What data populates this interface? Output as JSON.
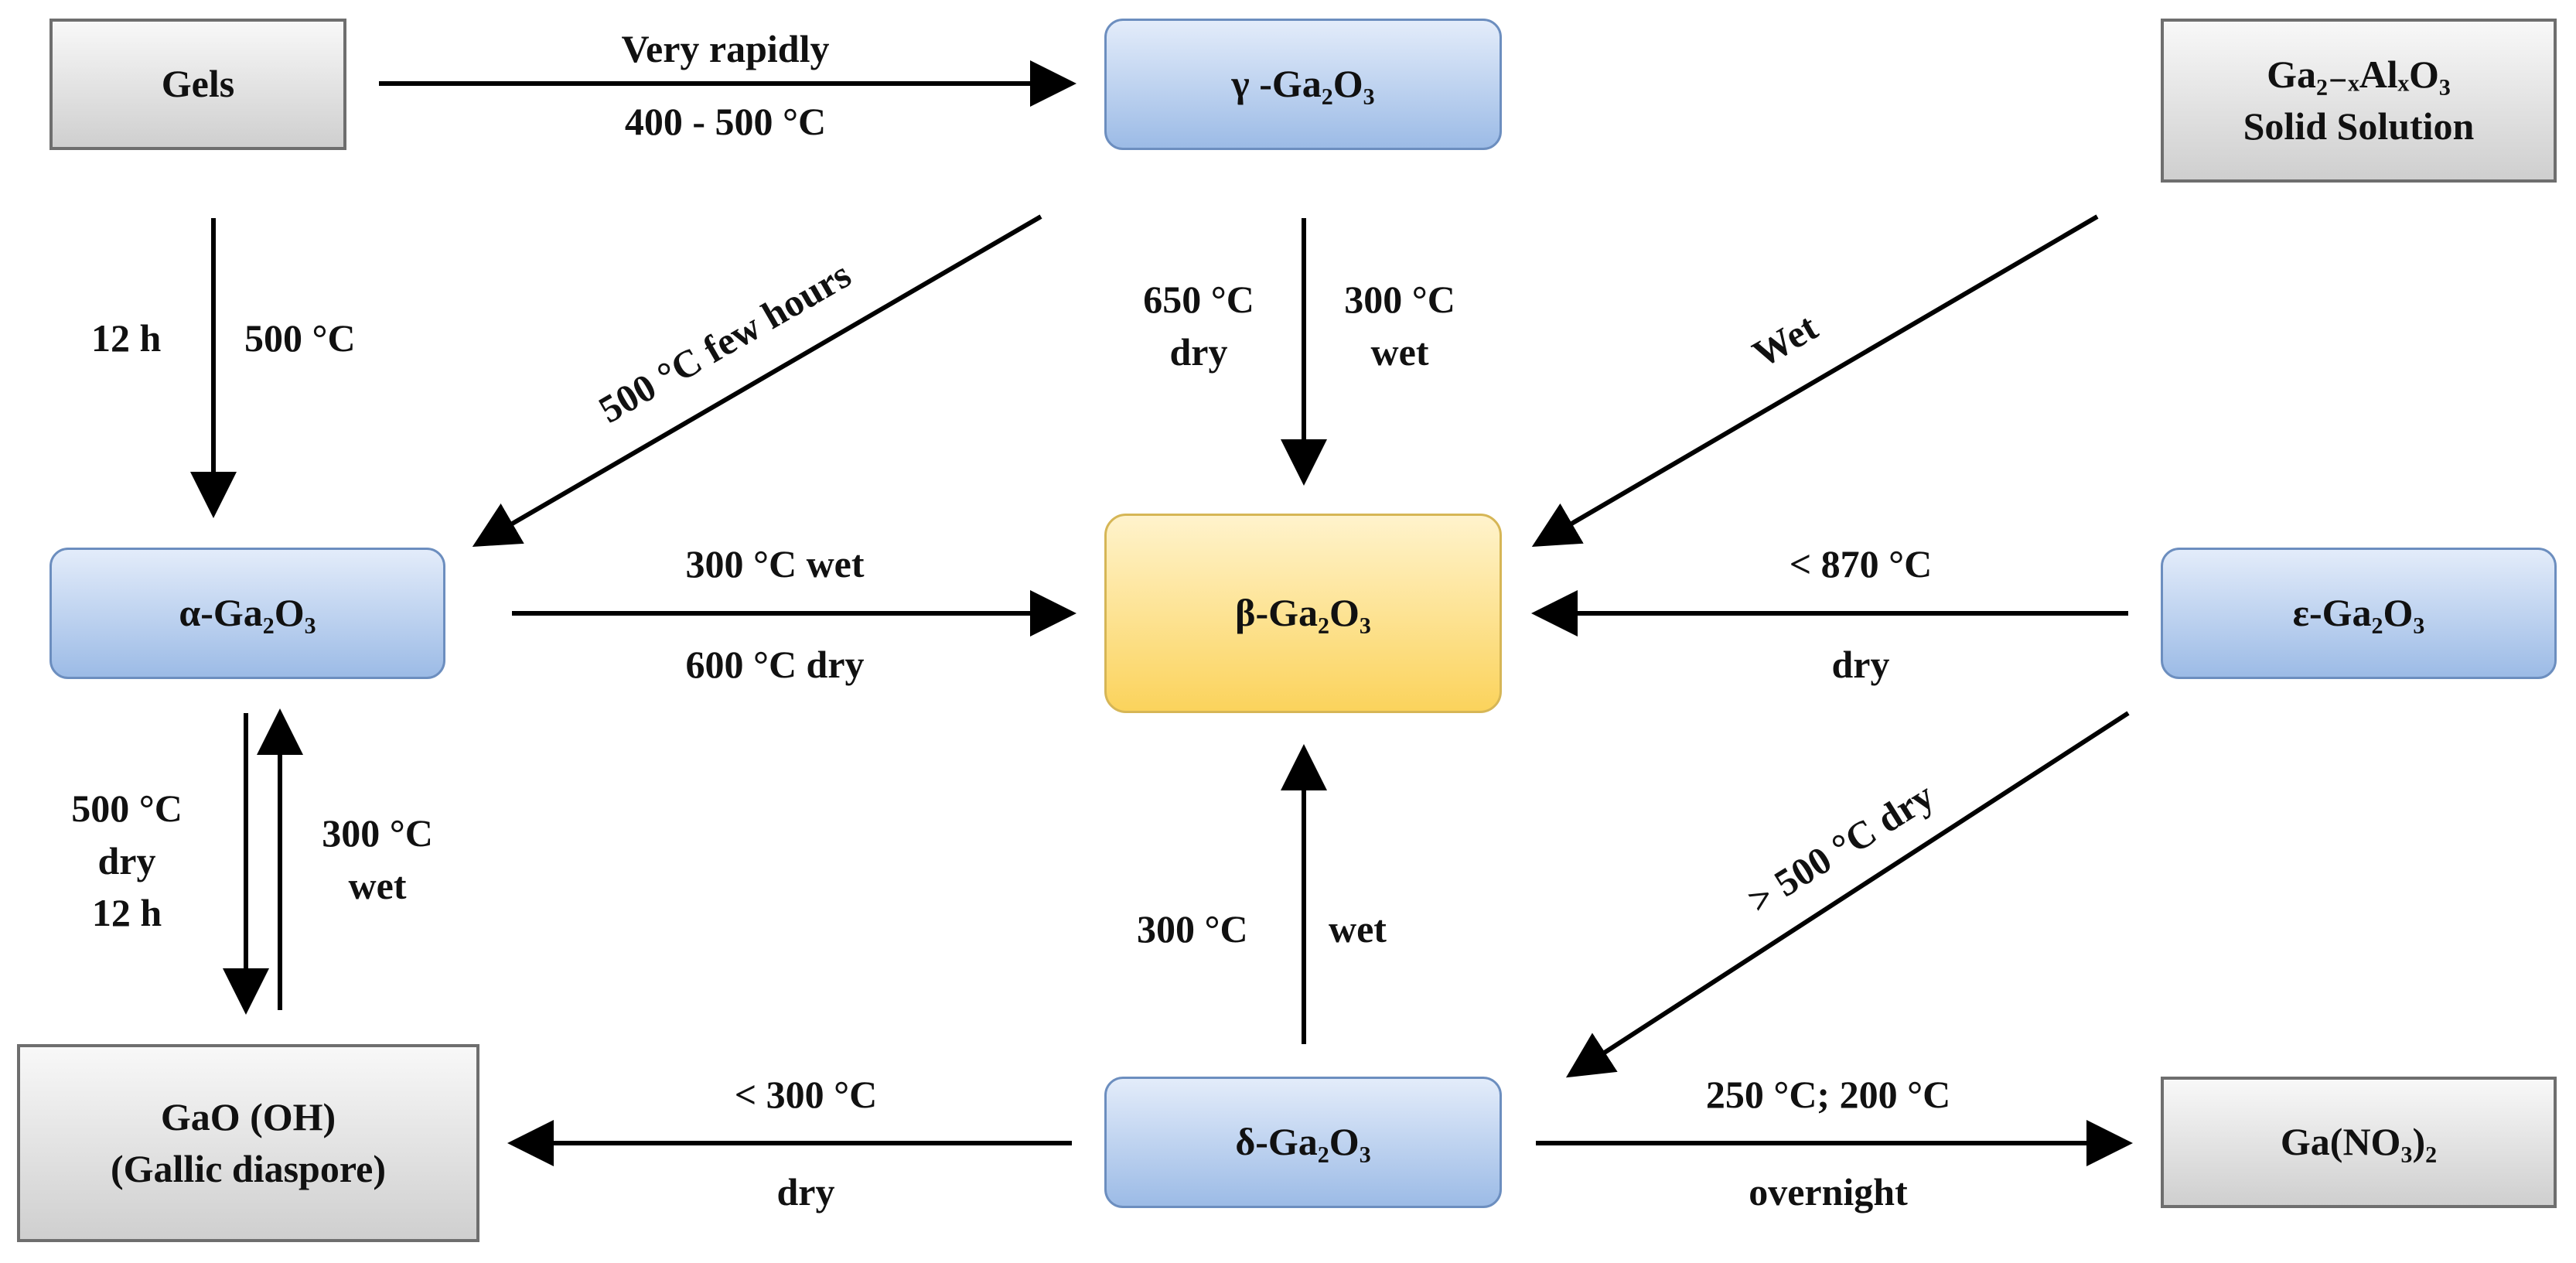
{
  "nodes": {
    "gels": {
      "label": "Gels"
    },
    "gamma": {
      "label": "γ -Ga₂O₃"
    },
    "solid_solution": {
      "line1": "Ga₂₋ₓAlₓO₃",
      "line2": "Solid Solution"
    },
    "alpha": {
      "label": "α-Ga₂O₃"
    },
    "beta": {
      "label": "β-Ga₂O₃"
    },
    "epsilon": {
      "label": "ε-Ga₂O₃"
    },
    "gao_oh": {
      "line1": "GaO (OH)",
      "line2": "(Gallic diaspore)"
    },
    "delta": {
      "label": "δ-Ga₂O₃"
    },
    "ga_no3": {
      "label": "Ga(NO₃)₂"
    }
  },
  "edges": {
    "gels_gamma": {
      "top": "Very rapidly",
      "bottom": "400 - 500 °C"
    },
    "gels_alpha": {
      "left": "12 h",
      "right": "500 °C"
    },
    "gamma_alpha": {
      "label": "500 °C few hours"
    },
    "gamma_beta": {
      "left_1": "650 °C",
      "left_2": "dry",
      "right_1": "300 °C",
      "right_2": "wet"
    },
    "solid_beta": {
      "label": "Wet"
    },
    "alpha_beta": {
      "top": "300 °C wet",
      "bottom": "600 °C dry"
    },
    "epsilon_beta": {
      "top": "< 870 °C",
      "bottom": "dry"
    },
    "alpha_gao": {
      "left_1": "500 °C",
      "left_2": "dry",
      "left_3": "12 h",
      "right_1": "300 °C",
      "right_2": "wet"
    },
    "epsilon_delta": {
      "label": "> 500 °C dry"
    },
    "delta_beta": {
      "left": "300 °C",
      "right": "wet"
    },
    "delta_gao": {
      "top": "< 300 °C",
      "bottom": "dry"
    },
    "delta_gano3": {
      "top": "250 °C;  200 °C",
      "bottom": "overnight"
    }
  },
  "colors": {
    "gray_box": "#cfcfcf",
    "blue_box": "#9cbbe6",
    "gold_box": "#fbd35c",
    "arrow": "#000000"
  }
}
